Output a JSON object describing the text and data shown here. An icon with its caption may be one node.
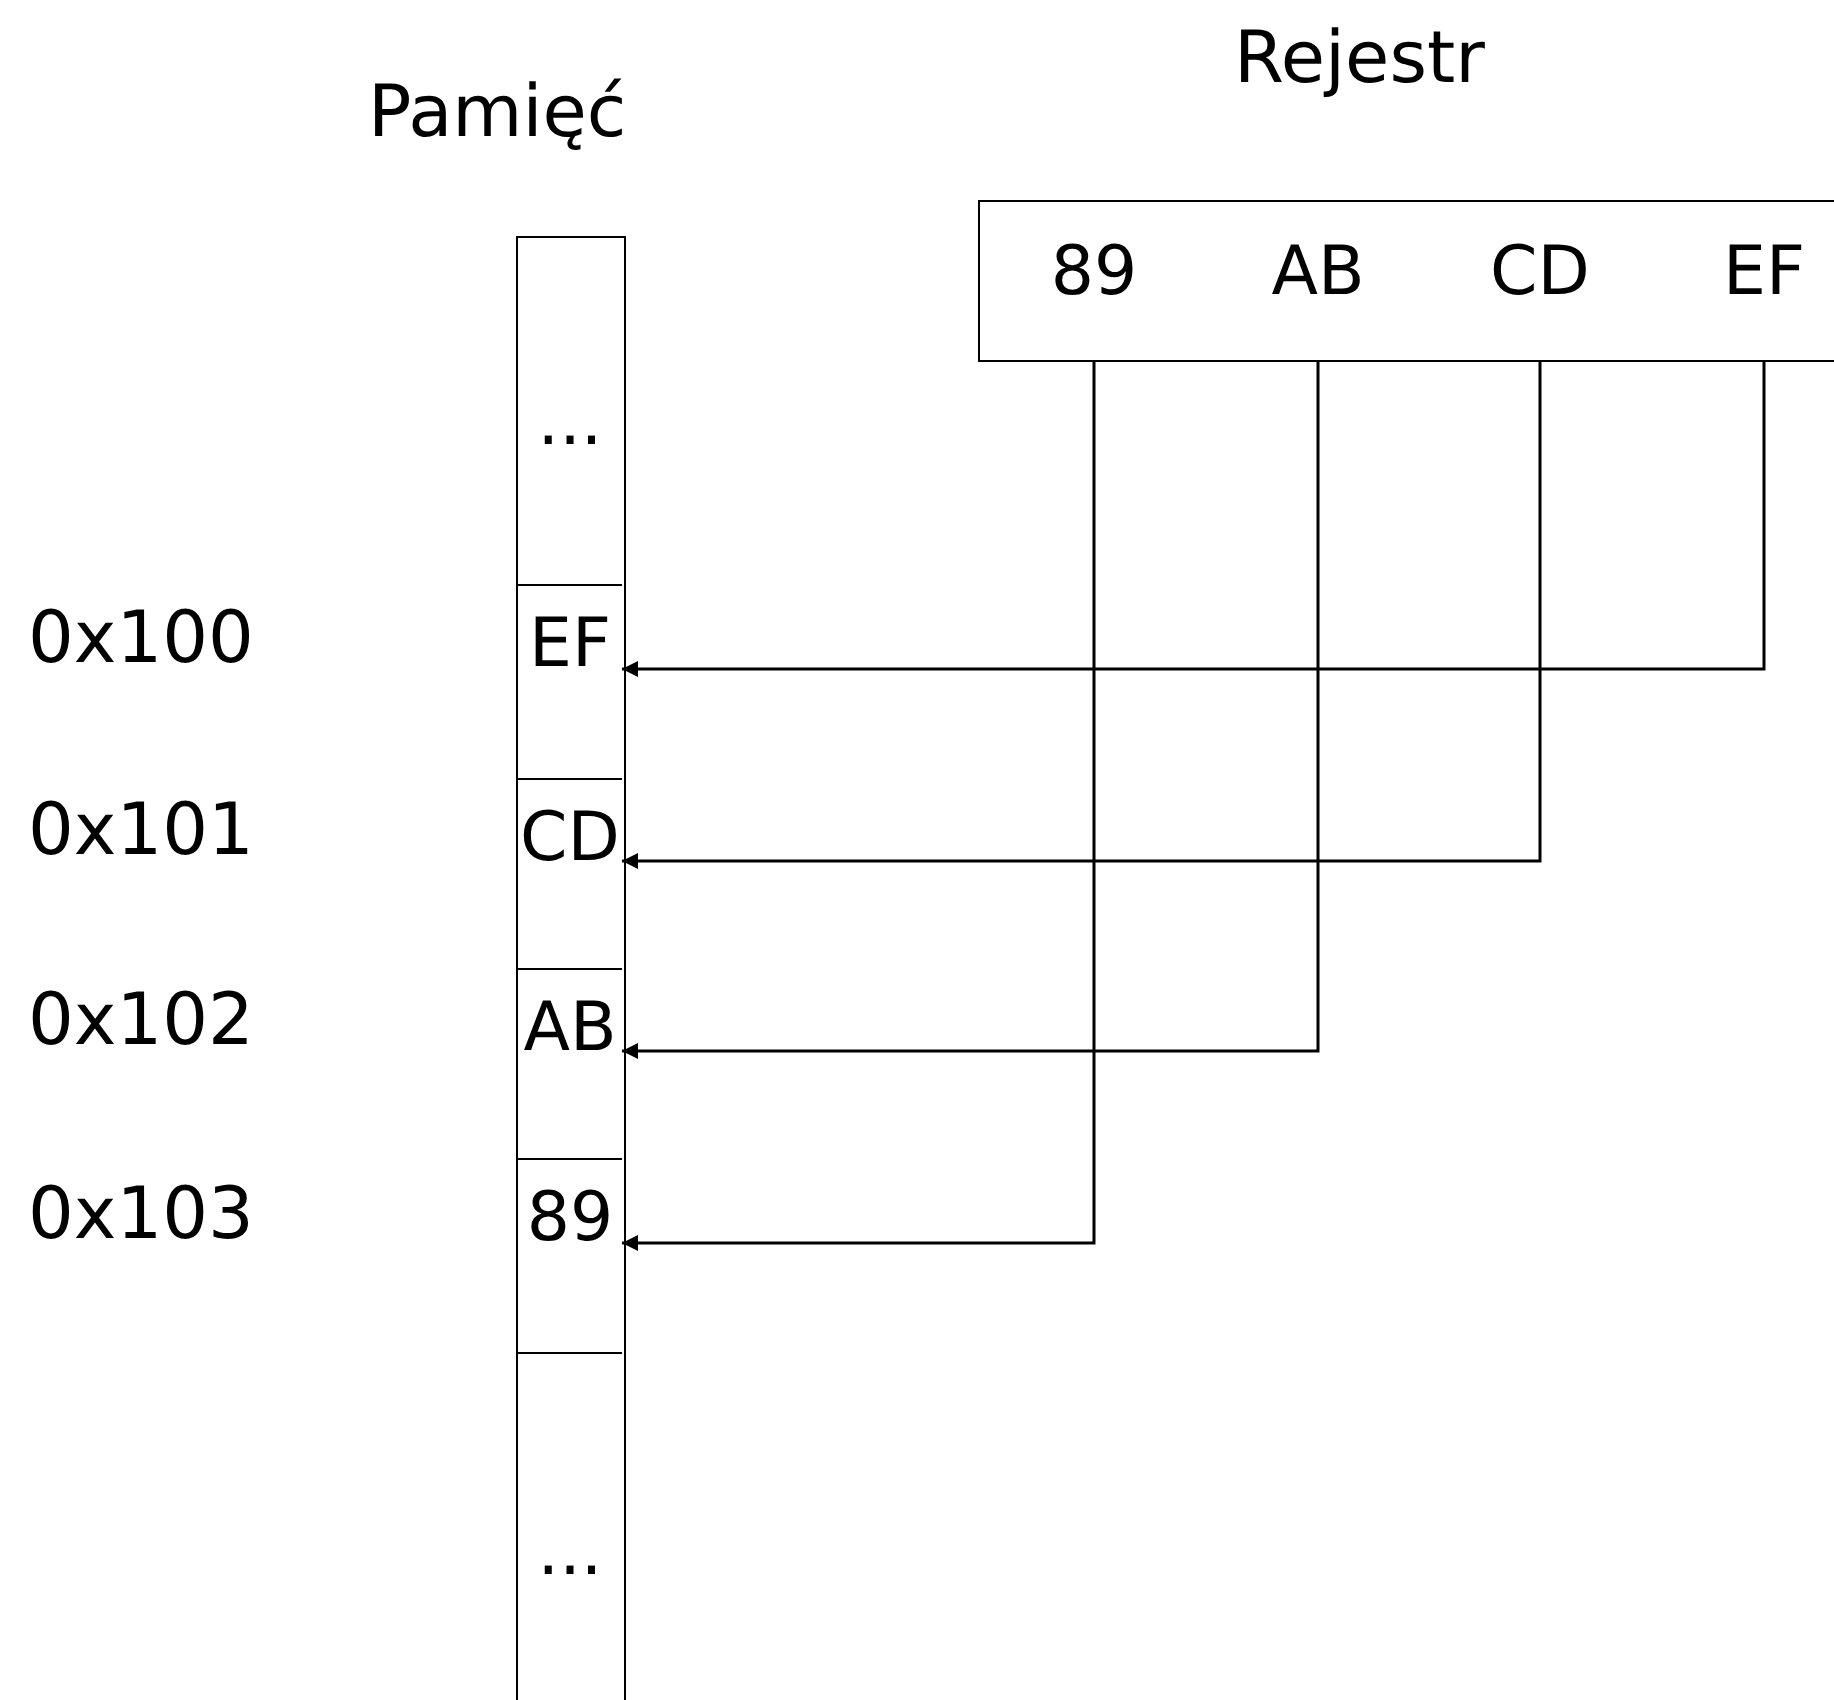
{
  "diagram": {
    "nodes": [
      {
        "text": [
          "Pamięć"
        ]
      },
      {
        "text": [
          "..."
        ],
        "in": 0
      },
      {
        "text": [
          "EF"
        ],
        "in": 0
      },
      {
        "text": [
          "CD"
        ],
        "in": 0
      },
      {
        "text": [
          "AB"
        ],
        "in": 0
      },
      {
        "text": [
          "89"
        ],
        "in": 0
      },
      {
        "text": [
          "..."
        ],
        "in": 0
      },
      {
        "text": [
          "Rejestr"
        ]
      },
      {
        "text": [
          "89"
        ],
        "in": 7
      },
      {
        "text": [
          "AB"
        ],
        "in": 7
      },
      {
        "text": [
          "CD"
        ],
        "in": 7
      },
      {
        "text": [
          "EF"
        ],
        "in": 7
      }
    ],
    "edges": [
      {
        "from": 11,
        "to": 2,
        "arrow": "to"
      },
      {
        "from": 10,
        "to": 3,
        "arrow": "to"
      },
      {
        "from": 9,
        "to": 4,
        "arrow": "to"
      },
      {
        "from": 8,
        "to": 5,
        "arrow": "to"
      }
    ],
    "labels": [
      "0x100",
      "0x101",
      "0x102",
      "0x103"
    ]
  }
}
